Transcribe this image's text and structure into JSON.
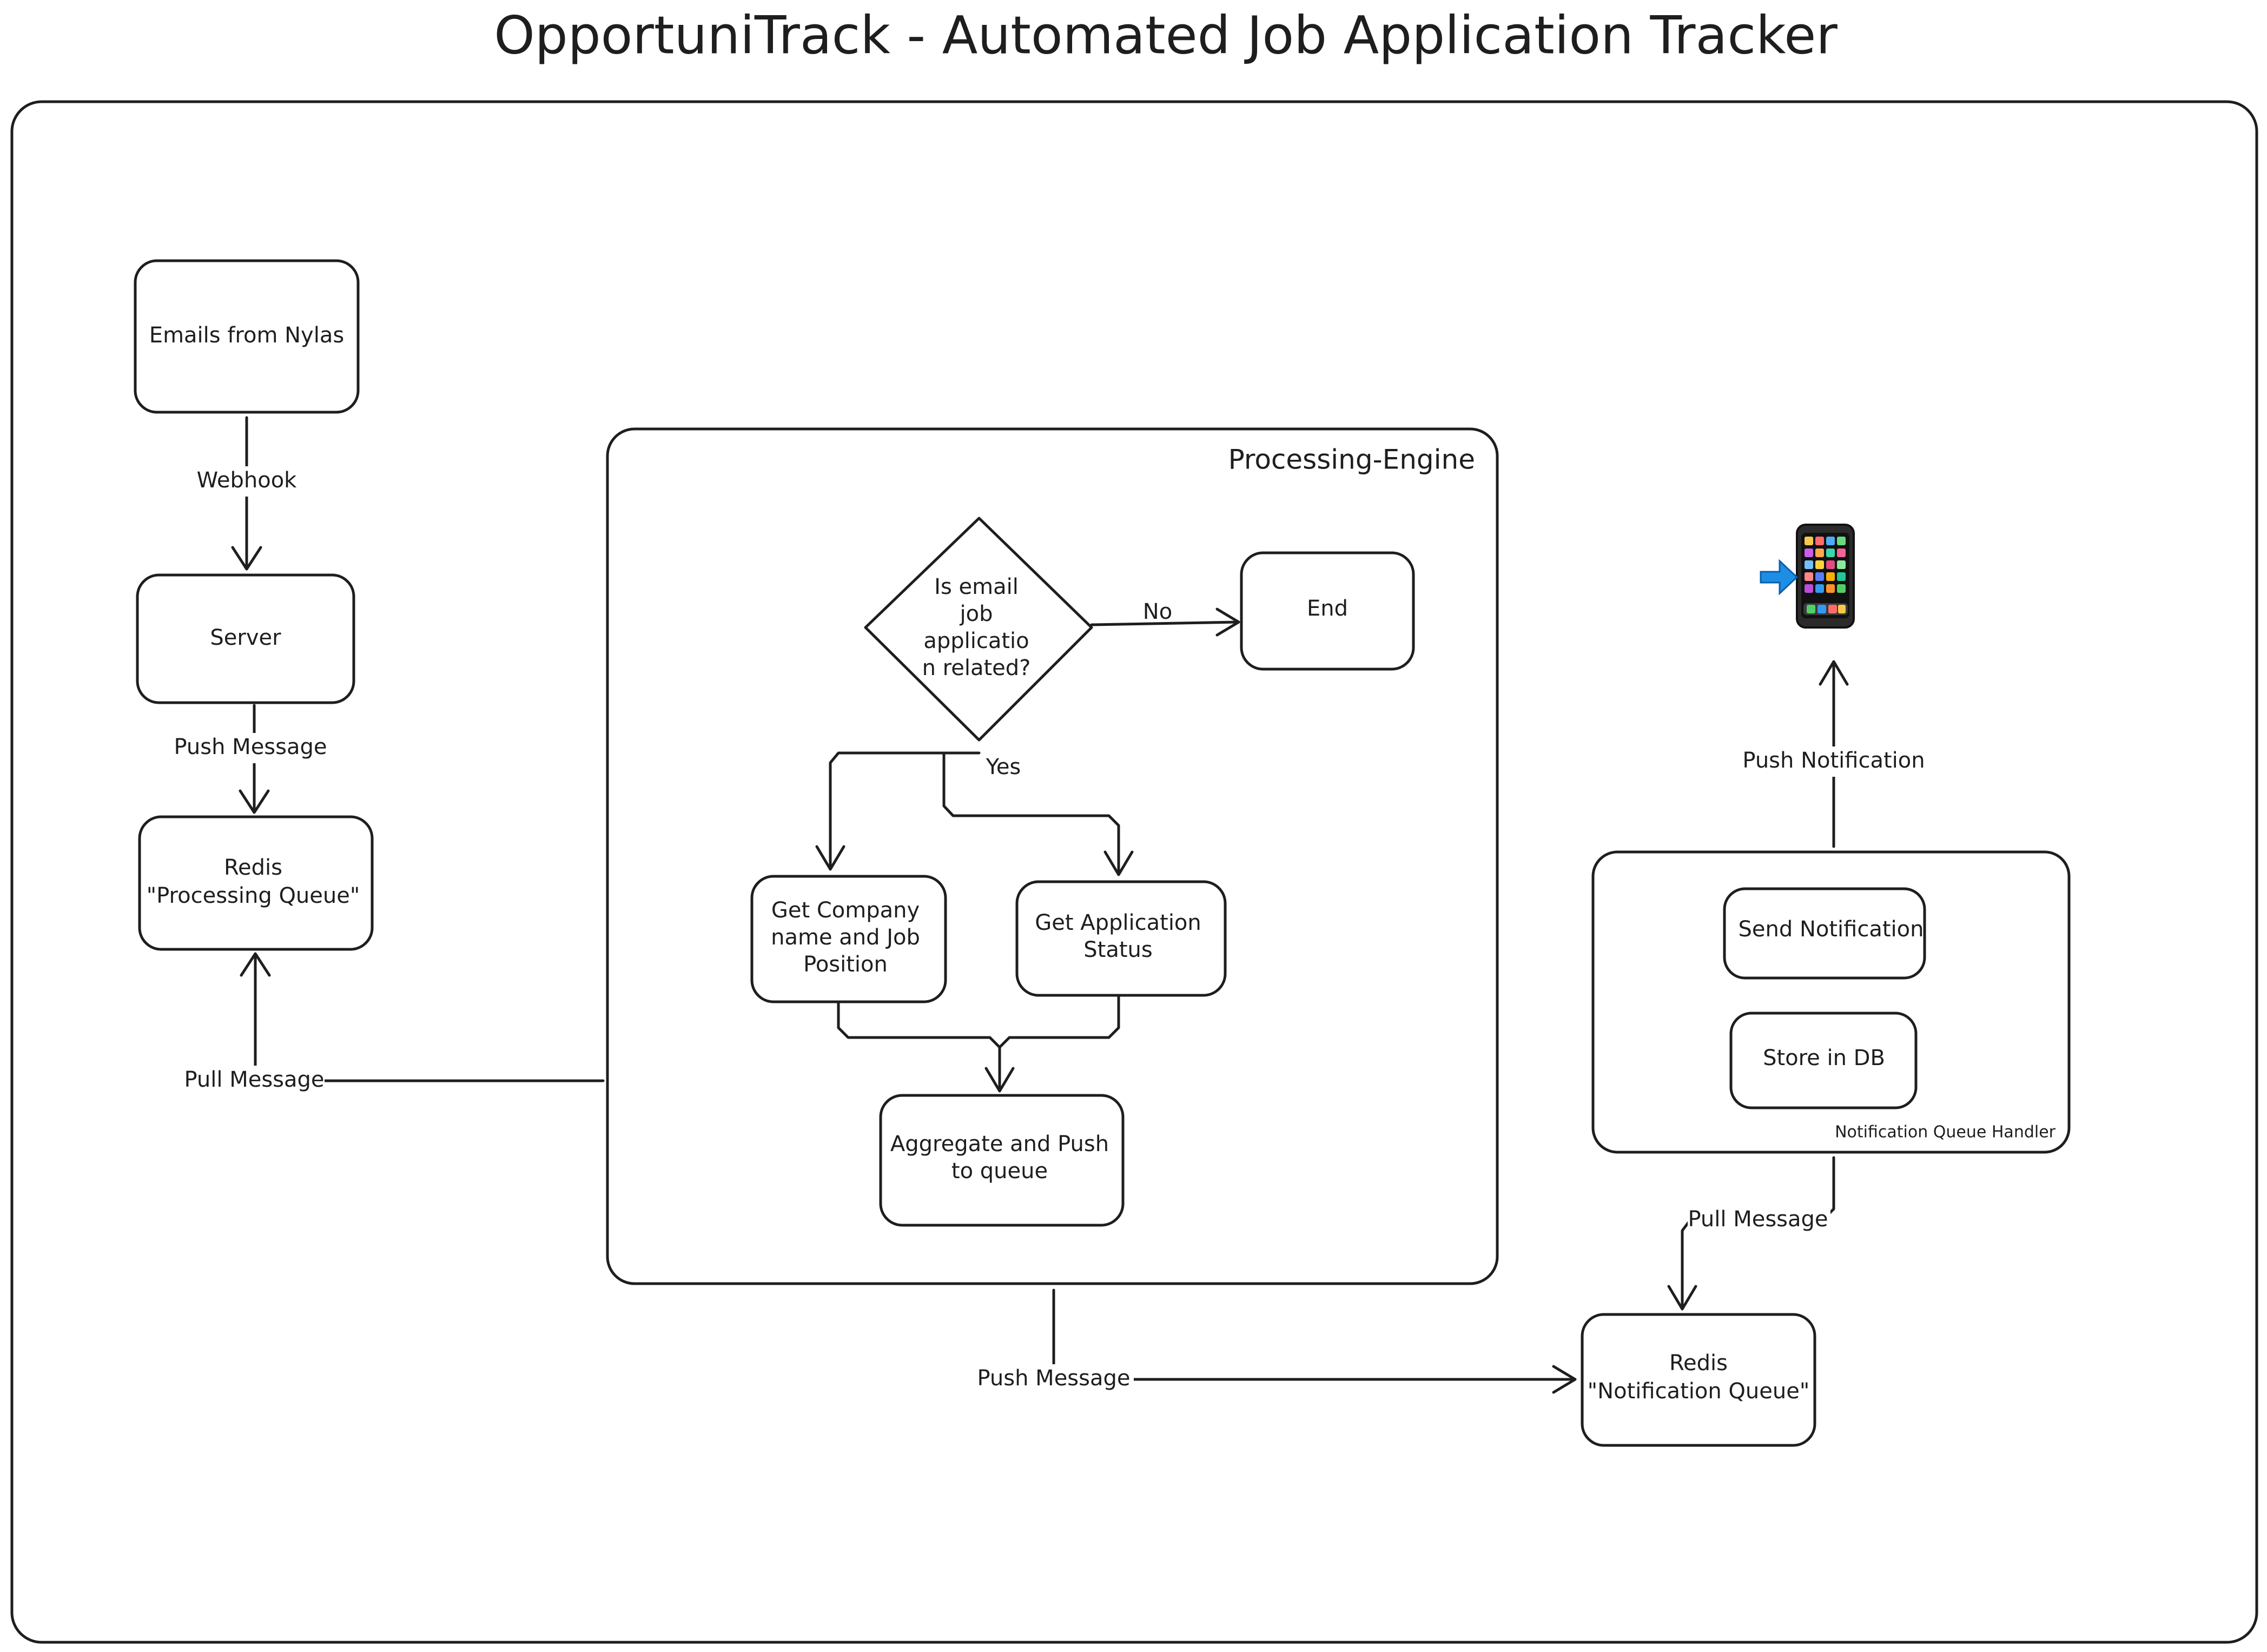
{
  "title": "OpportuniTrack - Automated Job Application Tracker",
  "groups": {
    "processing_engine": "Processing-Engine",
    "notification_handler": "Notification Queue Handler"
  },
  "nodes": {
    "emails": [
      "Emails from Nylas"
    ],
    "server": [
      "Server"
    ],
    "redis_processing": [
      "Redis",
      "\"Processing Queue\""
    ],
    "decision": [
      "Is email",
      "job",
      "applicatio",
      "n related?"
    ],
    "end": [
      "End"
    ],
    "get_company": [
      "Get Company",
      "name and Job",
      "Position"
    ],
    "get_status": [
      "Get Application",
      "Status"
    ],
    "aggregate": [
      "Aggregate and Push",
      "to queue"
    ],
    "send_notification": [
      "Send Notification"
    ],
    "store_db": [
      "Store in DB"
    ],
    "redis_notification": [
      "Redis",
      "\"Notification Queue\""
    ]
  },
  "edges": {
    "webhook": "Webhook",
    "push_message_1": "Push Message",
    "pull_message_1": "Pull Message",
    "no": "No",
    "yes": "Yes",
    "push_message_2": "Push Message",
    "pull_message_2": "Pull Message",
    "push_notification": "Push Notification"
  },
  "icons": {
    "phone": "mobile-phone-with-arrow-icon"
  }
}
